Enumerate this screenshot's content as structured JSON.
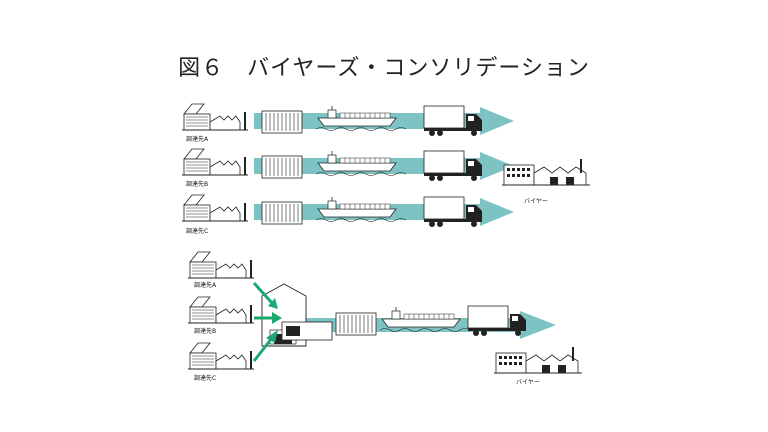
{
  "title": "図６　バイヤーズ・コンソリデーション",
  "top_section": {
    "suppliers": [
      "調達先A",
      "調達先B",
      "調達先C"
    ],
    "buyer_label": "バイヤー"
  },
  "bottom_section": {
    "suppliers": [
      "調達先A",
      "調達先B",
      "調達先C"
    ],
    "buyer_label": "バイヤー"
  },
  "colors": {
    "arrow_band": "#7ec3c3",
    "green_arrow": "#1aa870",
    "line": "#222222"
  }
}
